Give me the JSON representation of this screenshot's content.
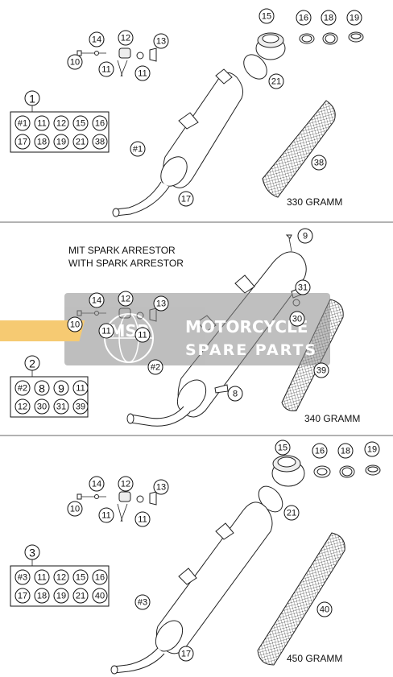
{
  "section1": {
    "kit_number": "1",
    "kit_items": [
      "#1",
      "11",
      "12",
      "15",
      "16",
      "17",
      "18",
      "19",
      "21",
      "38"
    ],
    "callouts": [
      "15",
      "16",
      "18",
      "19",
      "14",
      "12",
      "13",
      "10",
      "11",
      "11",
      "21",
      "#1",
      "38",
      "17"
    ],
    "weight": "330 GRAMM"
  },
  "section2": {
    "heading_line1": "MIT SPARK ARRESTOR",
    "heading_line2": "WITH SPARK ARRESTOR",
    "kit_number": "2",
    "kit_items": [
      "#2",
      "8",
      "9",
      "11",
      "12",
      "30",
      "31",
      "39"
    ],
    "callouts": [
      "9",
      "14",
      "12",
      "13",
      "10",
      "11",
      "11",
      "31",
      "30",
      "#2",
      "8",
      "39"
    ],
    "weight": "340 GRAMM"
  },
  "section3": {
    "kit_number": "3",
    "kit_items": [
      "#3",
      "11",
      "12",
      "15",
      "16",
      "17",
      "18",
      "19",
      "21",
      "40"
    ],
    "callouts": [
      "15",
      "16",
      "18",
      "19",
      "14",
      "12",
      "13",
      "10",
      "11",
      "11",
      "21",
      "#3",
      "40",
      "17"
    ],
    "weight": "450 GRAMM"
  },
  "watermark": {
    "line1": "MOTORCYCLE",
    "line2": "SPARE PARTS",
    "logo": "MSP",
    "color": "#f0a000"
  }
}
